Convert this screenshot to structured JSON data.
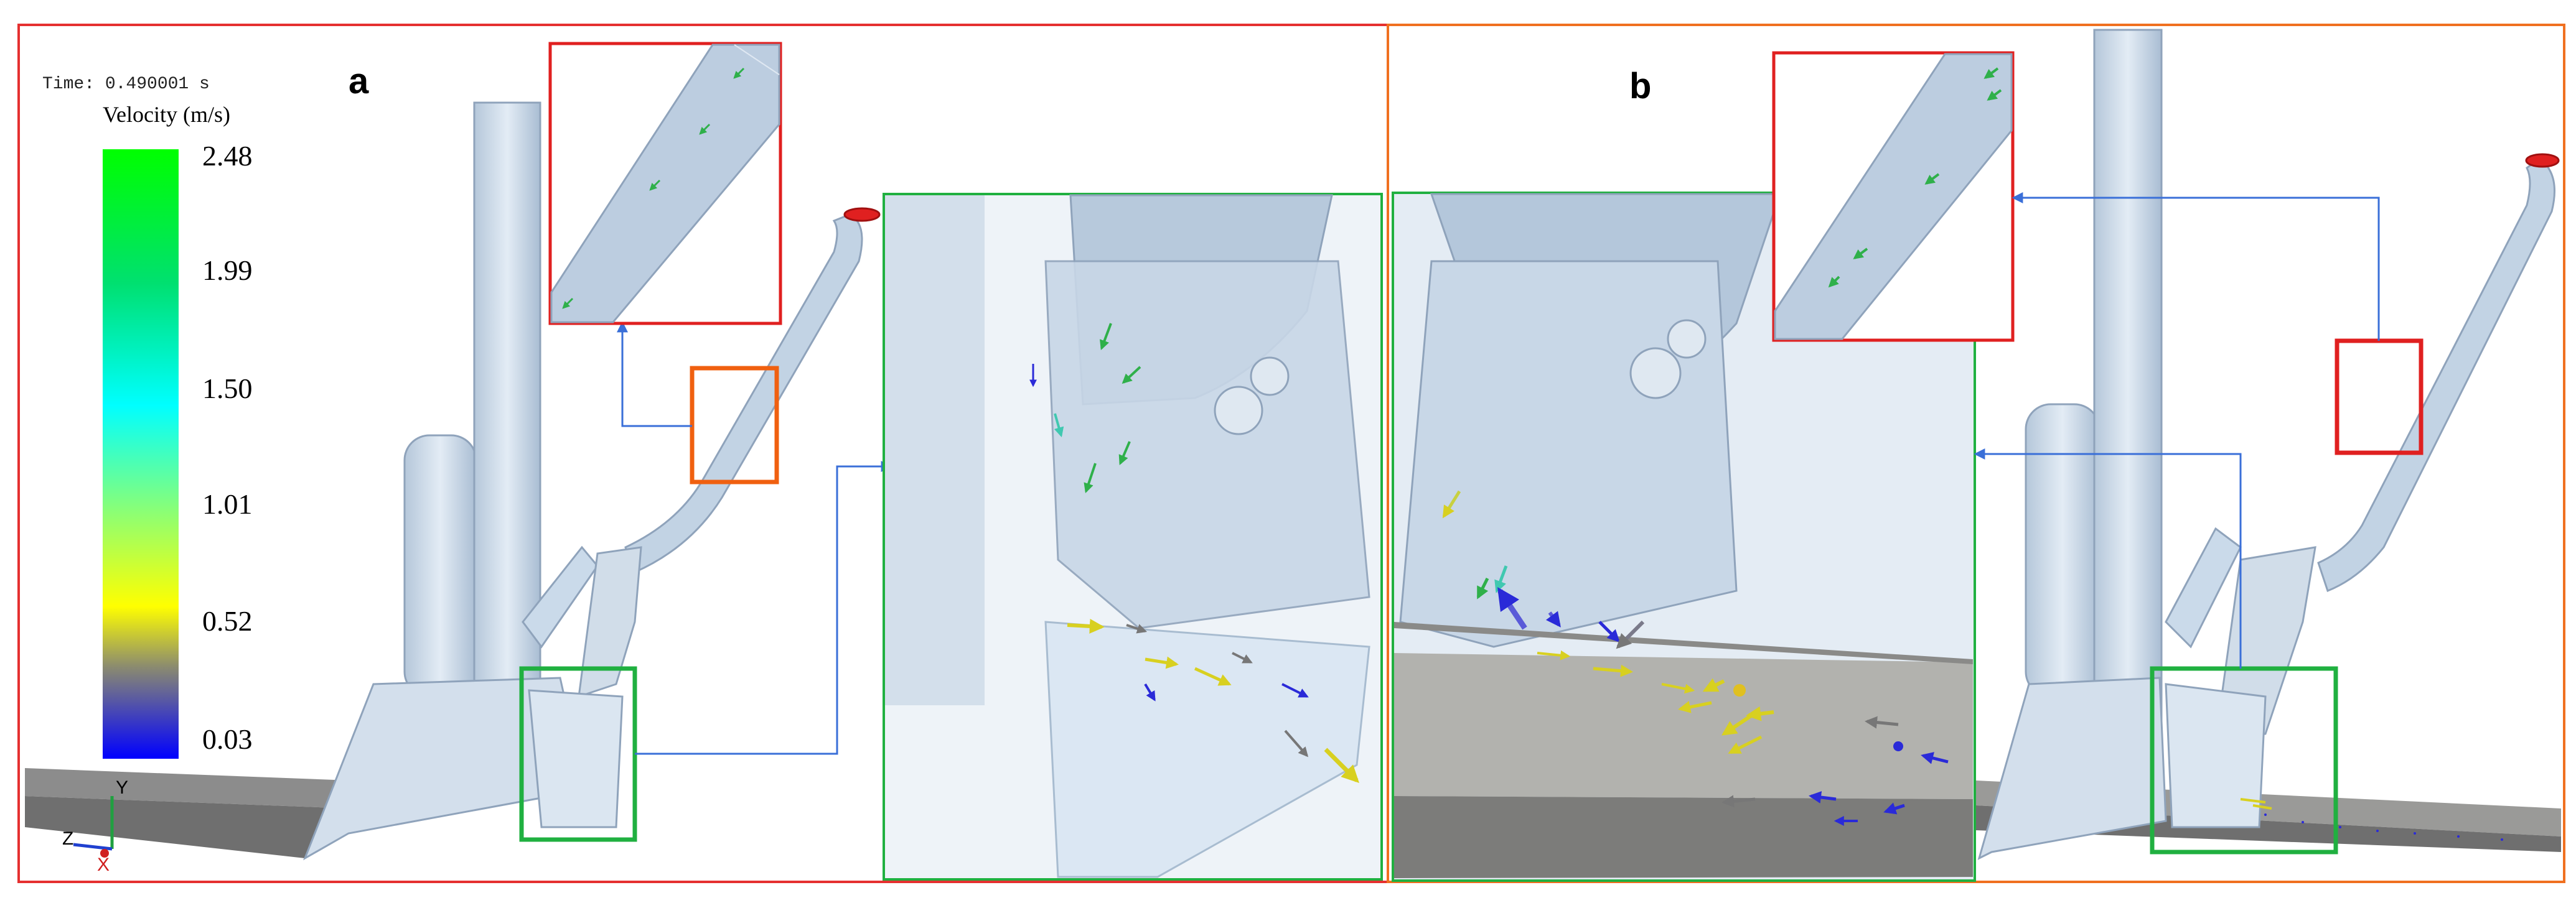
{
  "panel_a": {
    "letter": "a"
  },
  "panel_b": {
    "letter": "b"
  },
  "legend": {
    "time": "Time: 0.490001 s",
    "title": "Velocity (m/s)",
    "ticks": [
      "2.48",
      "1.99",
      "1.50",
      "1.01",
      "0.52",
      "0.03"
    ],
    "colors": [
      "#00ff00",
      "#00ffff",
      "#ffff00",
      "#7a7a7a",
      "#0000ff"
    ]
  },
  "axes_triad": {
    "y": "Y",
    "z": "Z",
    "x": "X"
  },
  "colors": {
    "panel_a_frame": "#e53030",
    "panel_b_frame": "#f07020",
    "callout_red": "#e02020",
    "callout_orange": "#f06010",
    "callout_green": "#20b040",
    "leader_blue": "#3a6fd8",
    "model_fill": "#c9d8e8",
    "model_stroke": "#8fa3bb"
  }
}
